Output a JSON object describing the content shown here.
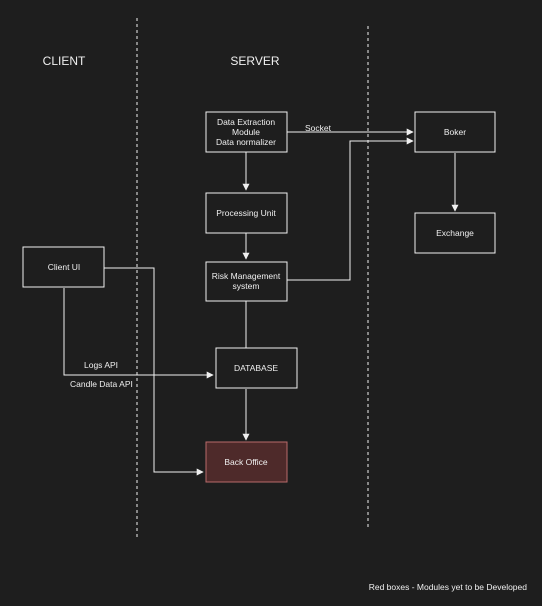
{
  "headers": {
    "client": "CLIENT",
    "server": "SERVER"
  },
  "nodes": {
    "data_extraction": [
      "Data Extraction",
      "Module",
      "Data normalizer"
    ],
    "processing_unit": [
      "Processing Unit"
    ],
    "risk_management": [
      "Risk Management",
      "system"
    ],
    "database": [
      "DATABASE"
    ],
    "back_office": [
      "Back Office"
    ],
    "client_ui": [
      "Client UI"
    ],
    "broker": [
      "Boker"
    ],
    "exchange": [
      "Exchange"
    ]
  },
  "edge_labels": {
    "socket": "Socket",
    "logs_api": "Logs API",
    "candle_data_api": "Candle Data API"
  },
  "legend": "Red boxes - Modules yet to be Developed",
  "colors": {
    "background": "#1e1e1e",
    "line": "#f0f0f0",
    "pending_fill": "#4e2a2a",
    "pending_stroke": "#b86a6a"
  }
}
